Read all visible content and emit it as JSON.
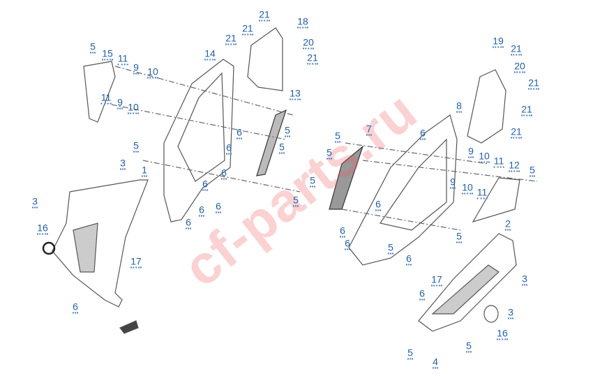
{
  "watermark": "cf-parts.ru",
  "callouts": [
    "5",
    "15",
    "11",
    "9",
    "10",
    "11",
    "9",
    "10",
    "14",
    "21",
    "21",
    "21",
    "18",
    "20",
    "21",
    "13",
    "6",
    "5",
    "5",
    "6",
    "5",
    "3",
    "1",
    "6",
    "6",
    "6",
    "6",
    "6",
    "5",
    "3",
    "16",
    "17",
    "6",
    "19",
    "21",
    "20",
    "21",
    "21",
    "21",
    "8",
    "7",
    "5",
    "6",
    "5",
    "5",
    "9",
    "10",
    "11",
    "12",
    "5",
    "9",
    "10",
    "11",
    "5",
    "6",
    "6",
    "6",
    "5",
    "6",
    "2",
    "3",
    "17",
    "6",
    "3",
    "16",
    "5",
    "5",
    "4"
  ],
  "colors": {
    "label": "#1f5fae",
    "line": "#555555",
    "watermark": "#f05a5a"
  }
}
